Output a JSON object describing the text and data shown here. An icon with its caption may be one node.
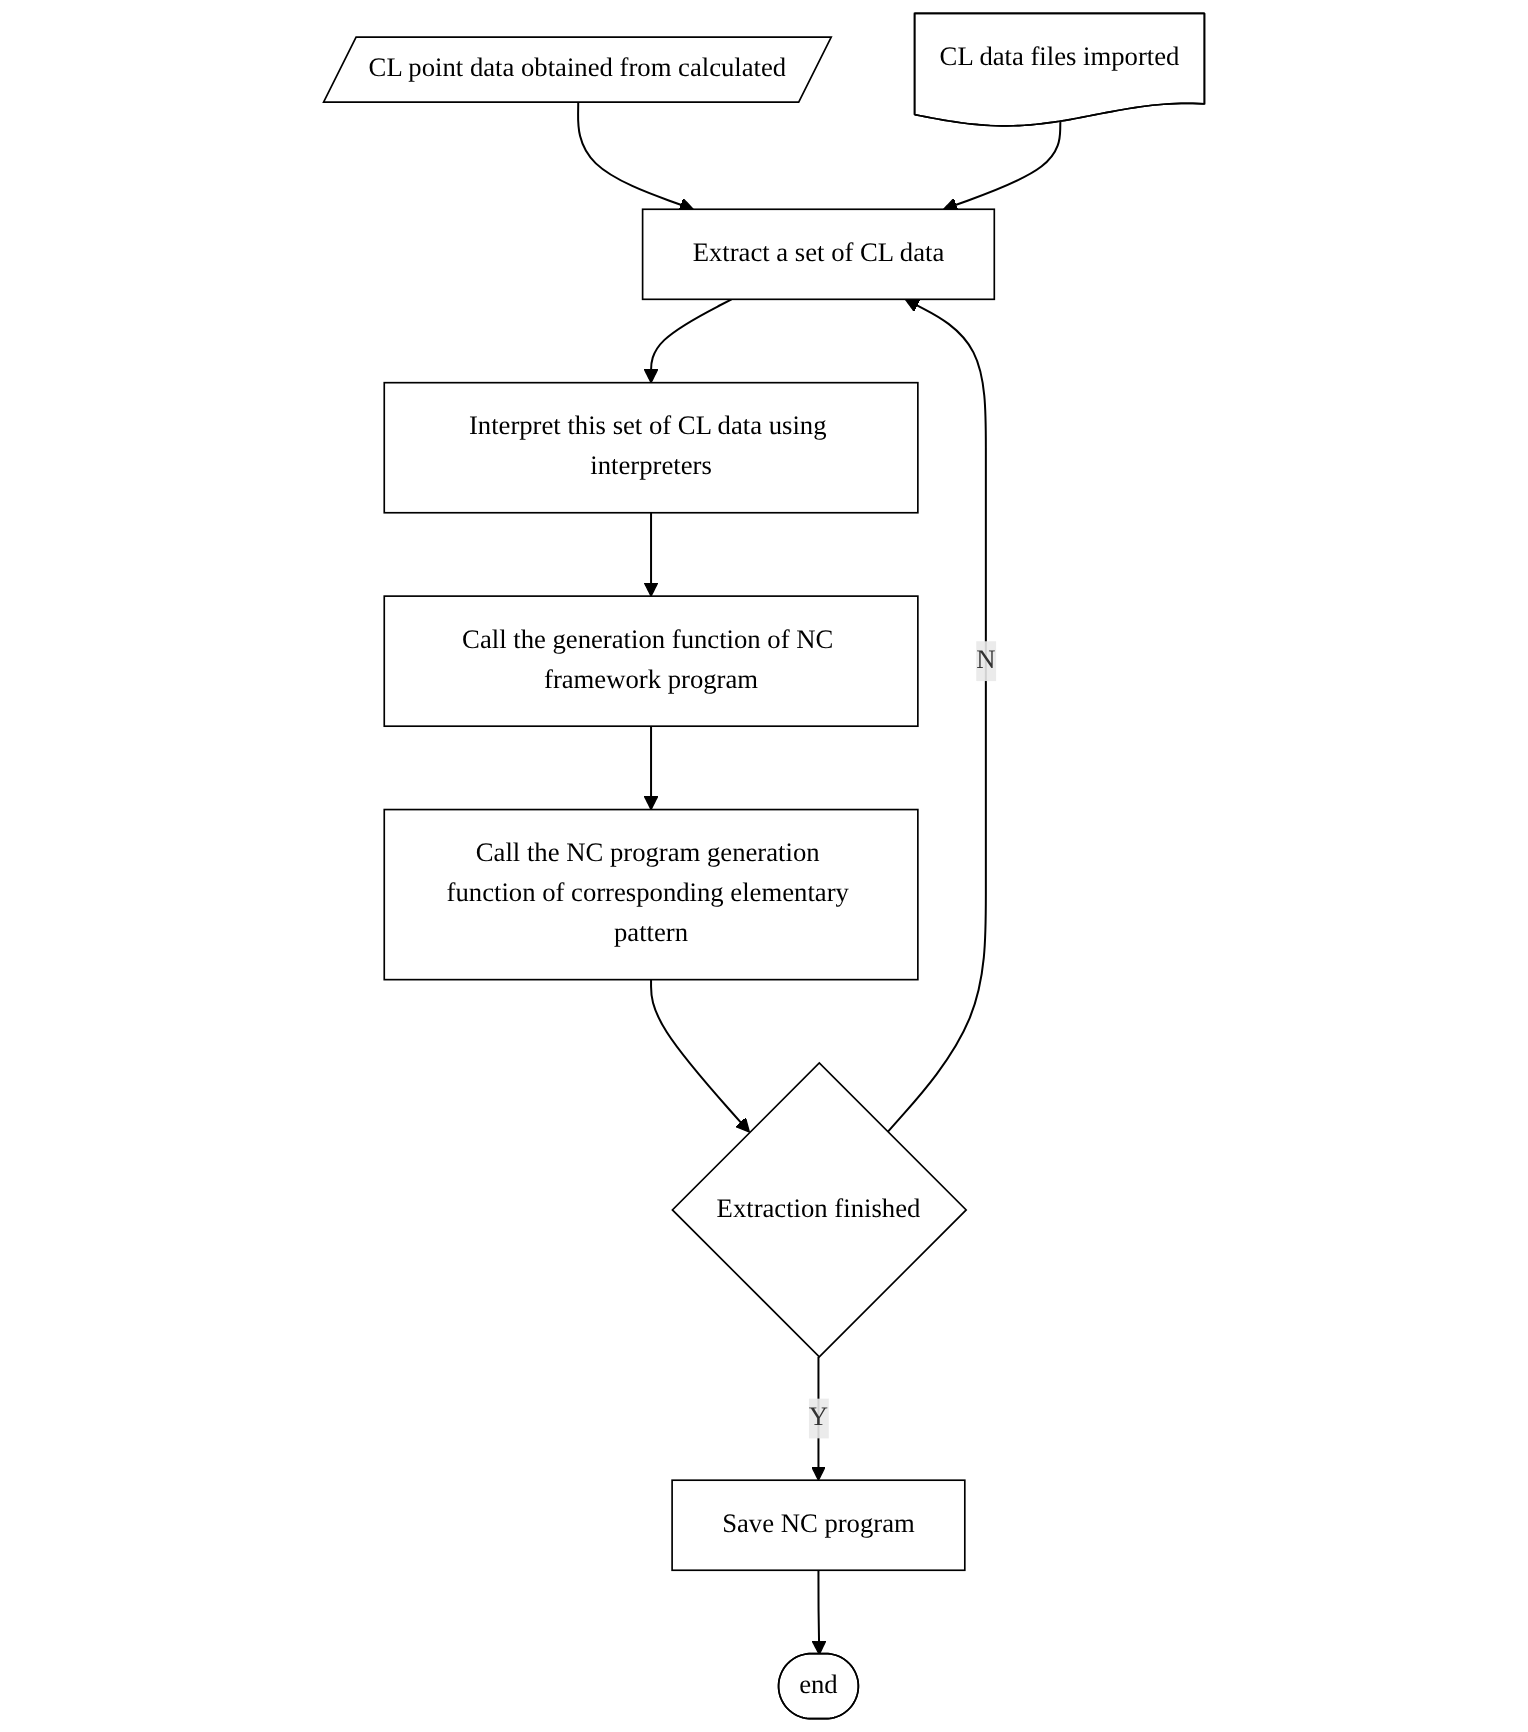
{
  "diagram": {
    "nodes": [
      {
        "text": [
          "CL point data obtained from calculated"
        ]
      },
      {
        "text": [
          "CL data files imported"
        ]
      },
      {
        "text": [
          "Extract a set of CL data"
        ]
      },
      {
        "text": [
          "Interpret this set of CL data using interpreters"
        ]
      },
      {
        "text": [
          "Call the generation function of NC framework program"
        ]
      },
      {
        "text": [
          "Call the NC program generation function of corresponding elementary pattern"
        ]
      },
      {
        "text": [
          "Extraction finished"
        ]
      },
      {
        "text": [
          "Save NC program"
        ]
      },
      {
        "text": [
          "end"
        ]
      }
    ],
    "edges": [
      {
        "from": 0,
        "to": 2,
        "arrow": "to"
      },
      {
        "from": 1,
        "to": 2,
        "arrow": "to"
      },
      {
        "from": 2,
        "to": 3,
        "arrow": "to"
      },
      {
        "from": 3,
        "to": 4,
        "arrow": "to"
      },
      {
        "from": 4,
        "to": 5,
        "arrow": "to"
      },
      {
        "from": 5,
        "to": 6,
        "arrow": "to"
      },
      {
        "from": 6,
        "to": 2,
        "arrow": "to",
        "label": "N"
      },
      {
        "from": 6,
        "to": 7,
        "arrow": "to",
        "label": "Y"
      },
      {
        "from": 7,
        "to": 8,
        "arrow": "to"
      }
    ]
  }
}
